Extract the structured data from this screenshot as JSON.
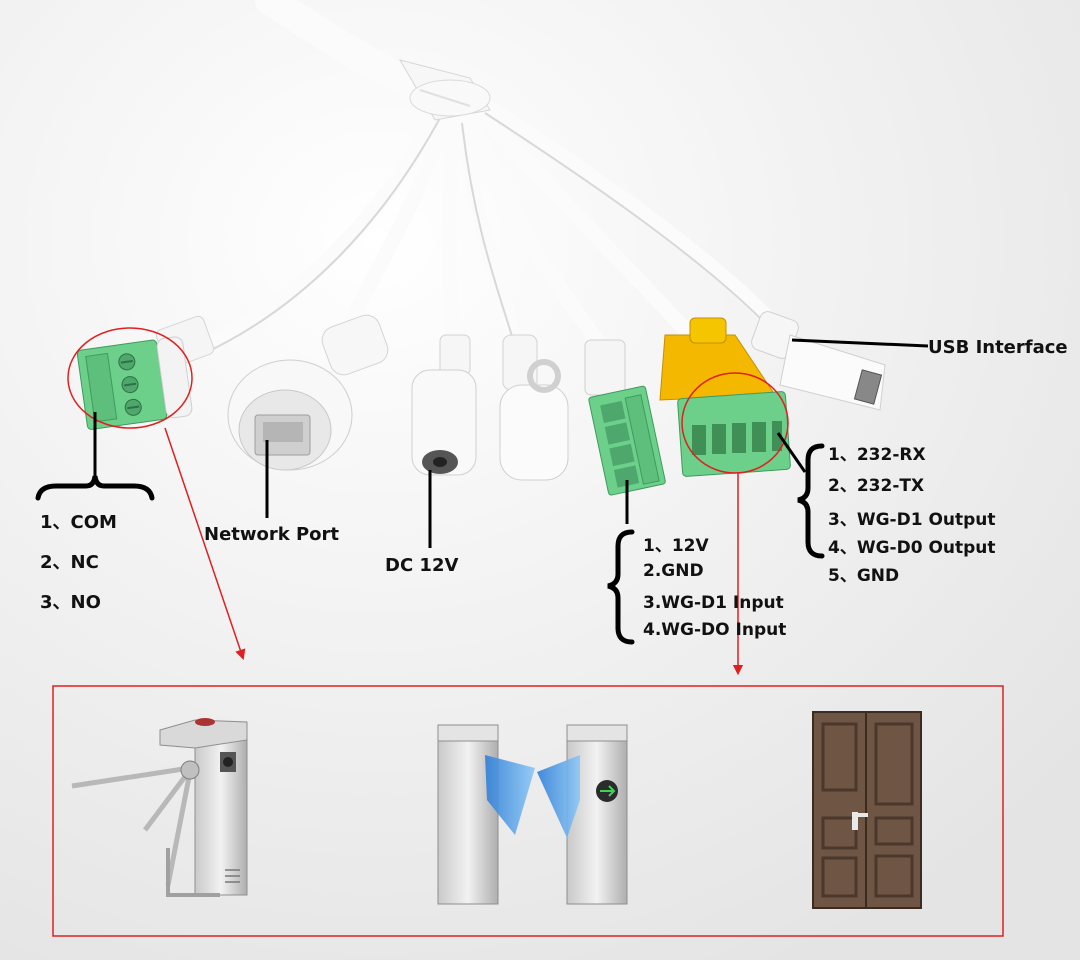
{
  "labels": {
    "usb": "USB Interface",
    "network": "Network Port",
    "dc": "DC 12V"
  },
  "relay_pins": [
    "1、COM",
    "2、NC",
    "3、NO"
  ],
  "wiegand_input_pins": [
    "1、12V",
    "2.GND",
    "3.WG-D1 Input",
    "4.WG-DO Input"
  ],
  "rs232_pins": [
    "1、232-RX",
    "2、232-TX",
    "3、WG-D1 Output",
    "4、WG-D0 Output",
    "5、GND"
  ],
  "devices": [
    "tripod-turnstile",
    "flap-barrier-gate",
    "wooden-door"
  ],
  "colors": {
    "annotation": "#e02020",
    "terminal_green": "#6ccf8a",
    "adapter_yellow": "#f5b800",
    "cable_white": "#fafafa"
  }
}
